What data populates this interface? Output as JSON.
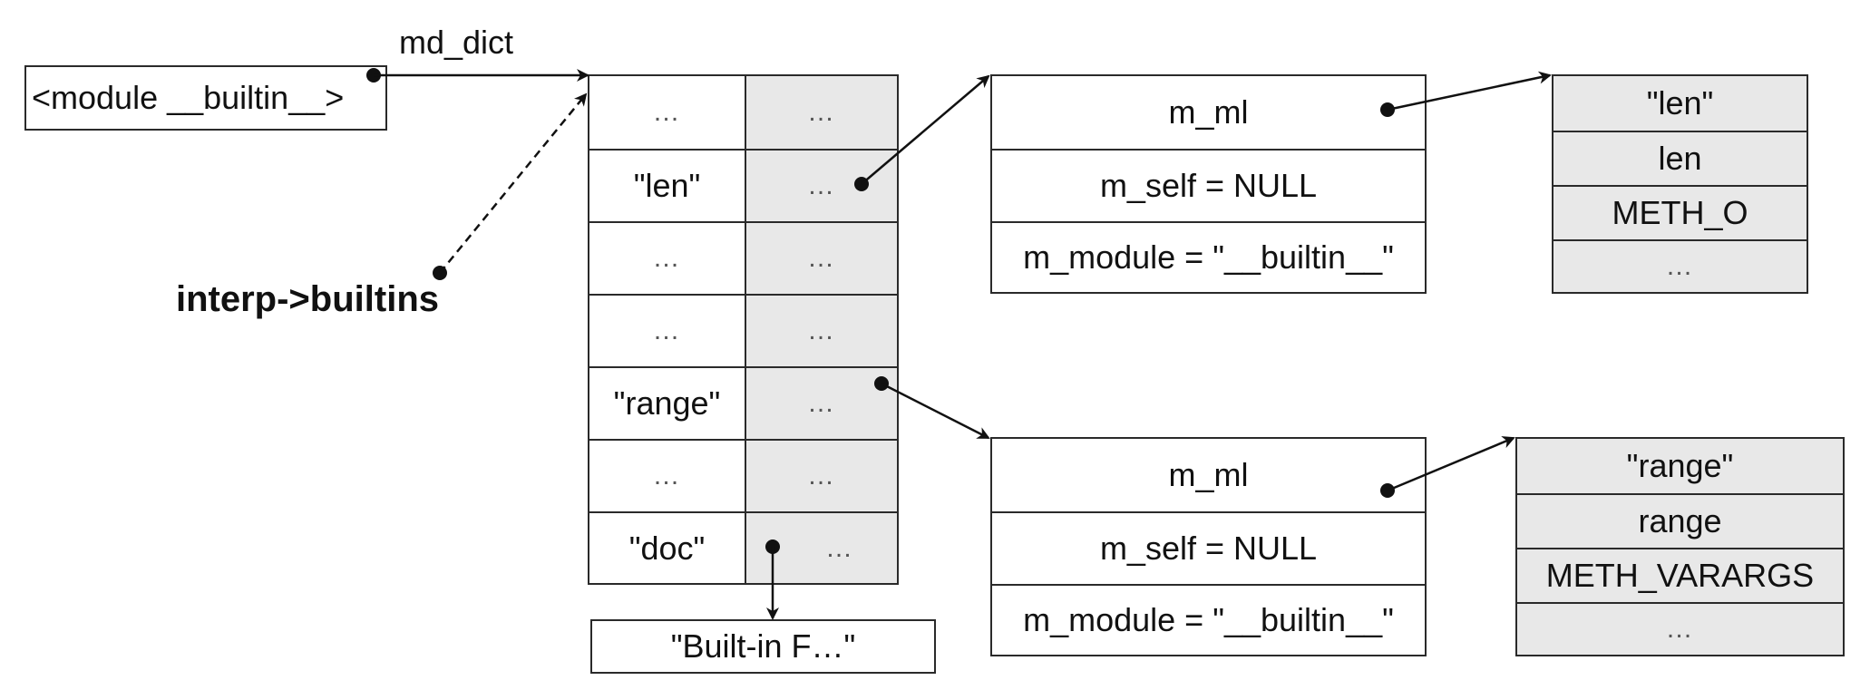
{
  "module_box": {
    "text": "<module __builtin__>"
  },
  "md_dict_label": "md_dict",
  "interp_label": "interp->builtins",
  "dict_table": {
    "rows": [
      {
        "key": "…",
        "value": "…"
      },
      {
        "key": "\"len\"",
        "value": "…"
      },
      {
        "key": "…",
        "value": "…"
      },
      {
        "key": "…",
        "value": "…"
      },
      {
        "key": "\"range\"",
        "value": "…"
      },
      {
        "key": "…",
        "value": "…"
      },
      {
        "key": "\"doc\"",
        "value": "…"
      }
    ]
  },
  "doc_box": {
    "text": "\"Built-in F…\""
  },
  "len_func": {
    "rows": [
      "m_ml",
      "m_self = NULL",
      "m_module = \"__builtin__\""
    ]
  },
  "range_func": {
    "rows": [
      "m_ml",
      "m_self = NULL",
      "m_module = \"__builtin__\""
    ]
  },
  "len_def": {
    "rows": [
      "\"len\"",
      "len",
      "METH_O",
      "…"
    ]
  },
  "range_def": {
    "rows": [
      "\"range\"",
      "range",
      "METH_VARARGS",
      "…"
    ]
  },
  "colors": {
    "line": "#111111",
    "cell_gray": "#e8e8e8"
  }
}
